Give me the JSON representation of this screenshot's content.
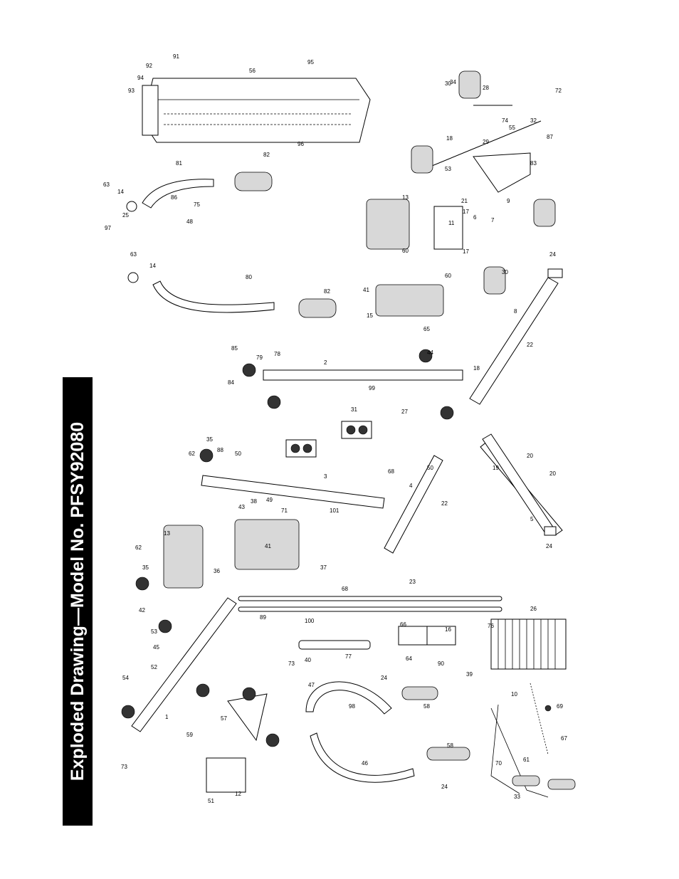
{
  "document": {
    "title": "Exploded Drawing—Model No. PFSY92080"
  },
  "callouts": [
    "1",
    "2",
    "3",
    "4",
    "5",
    "6",
    "7",
    "8",
    "9",
    "10",
    "11",
    "12",
    "13",
    "14",
    "15",
    "16",
    "17",
    "18",
    "19",
    "20",
    "21",
    "22",
    "23",
    "24",
    "25",
    "26",
    "27",
    "28",
    "29",
    "30",
    "31",
    "32",
    "33",
    "34",
    "35",
    "36",
    "37",
    "38",
    "39",
    "40",
    "41",
    "42",
    "43",
    "44",
    "45",
    "46",
    "47",
    "48",
    "49",
    "50",
    "51",
    "52",
    "53",
    "54",
    "55",
    "56",
    "57",
    "58",
    "59",
    "60",
    "61",
    "62",
    "63",
    "64",
    "65",
    "66",
    "67",
    "68",
    "69",
    "70",
    "71",
    "72",
    "73",
    "74",
    "75",
    "76",
    "77",
    "78",
    "79",
    "80",
    "81",
    "82",
    "83",
    "84",
    "85",
    "86",
    "87",
    "88",
    "89",
    "90",
    "91",
    "92",
    "93",
    "94",
    "95",
    "96",
    "97",
    "98",
    "99",
    "100",
    "101"
  ],
  "colors": {
    "ink": "#000000",
    "paper": "#ffffff",
    "title_bar": "#000000",
    "title_text": "#ffffff"
  }
}
